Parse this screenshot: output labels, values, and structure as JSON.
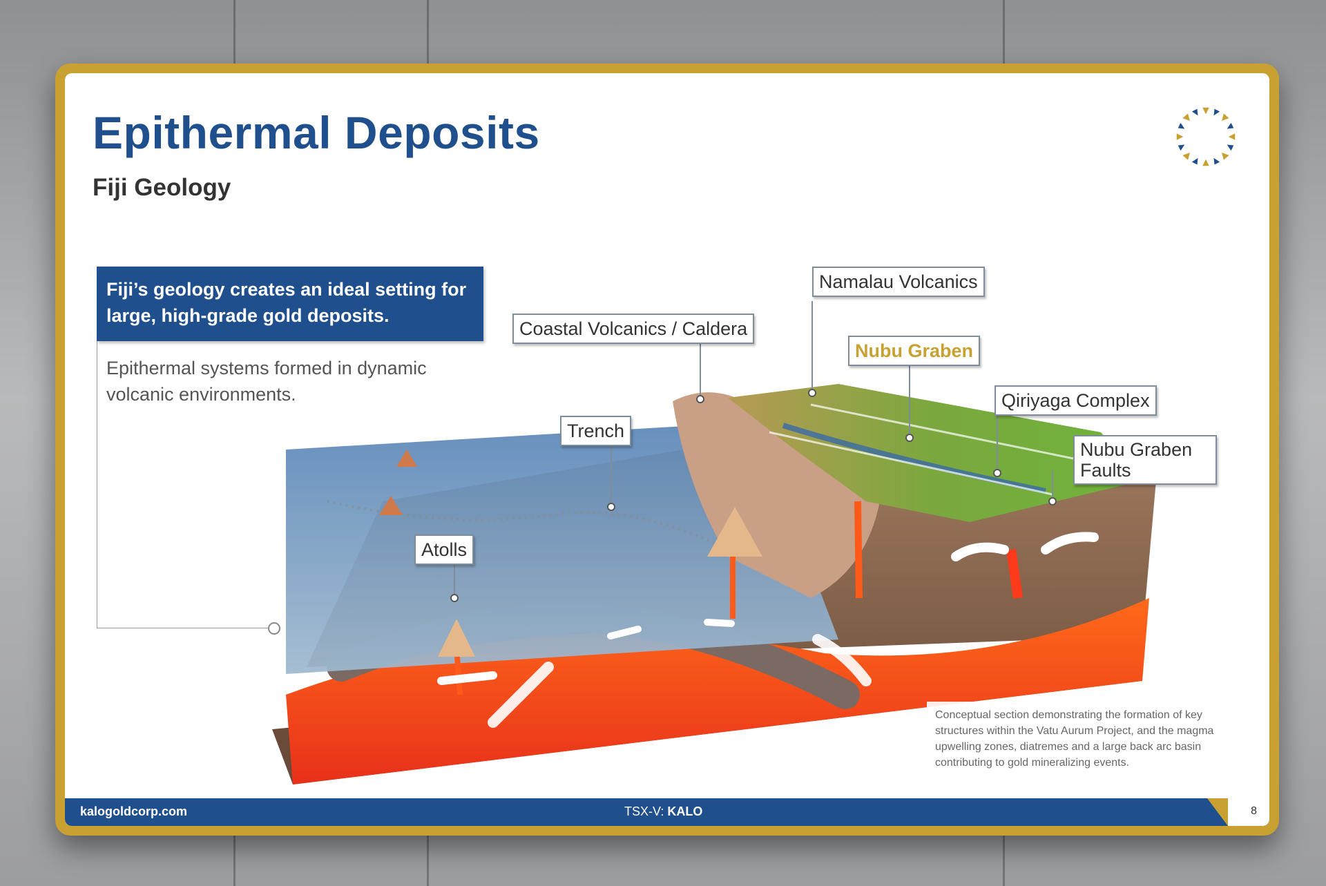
{
  "slide": {
    "title": "Epithermal Deposits",
    "subtitle": "Fiji Geology",
    "callout": {
      "headline": "Fiji’s geology creates an ideal setting for large, high-grade gold deposits.",
      "body": "Epithermal systems formed in dynamic volcanic environments."
    },
    "labels": {
      "namalau": "Namalau Volcanics",
      "coastal": "Coastal Volcanics / Caldera",
      "nubu_graben": "Nubu Graben",
      "qiriyaga": "Qiriyaga Complex",
      "nubu_faults": "Nubu Graben Faults",
      "trench": "Trench",
      "atolls": "Atolls"
    },
    "caption": "Conceptual section demonstrating the formation of key structures within the Vatu Aurum Project, and the magma upwelling zones, diatremes and a large back arc basin contributing to gold mineralizing events.",
    "footer": {
      "url": "kalogoldcorp.com",
      "ticker_prefix": "TSX-V: ",
      "ticker": "KALO",
      "page": "8"
    }
  },
  "colors": {
    "brand_blue": "#1f4f8c",
    "brand_gold": "#c9a132",
    "frame": "#c9a132"
  }
}
